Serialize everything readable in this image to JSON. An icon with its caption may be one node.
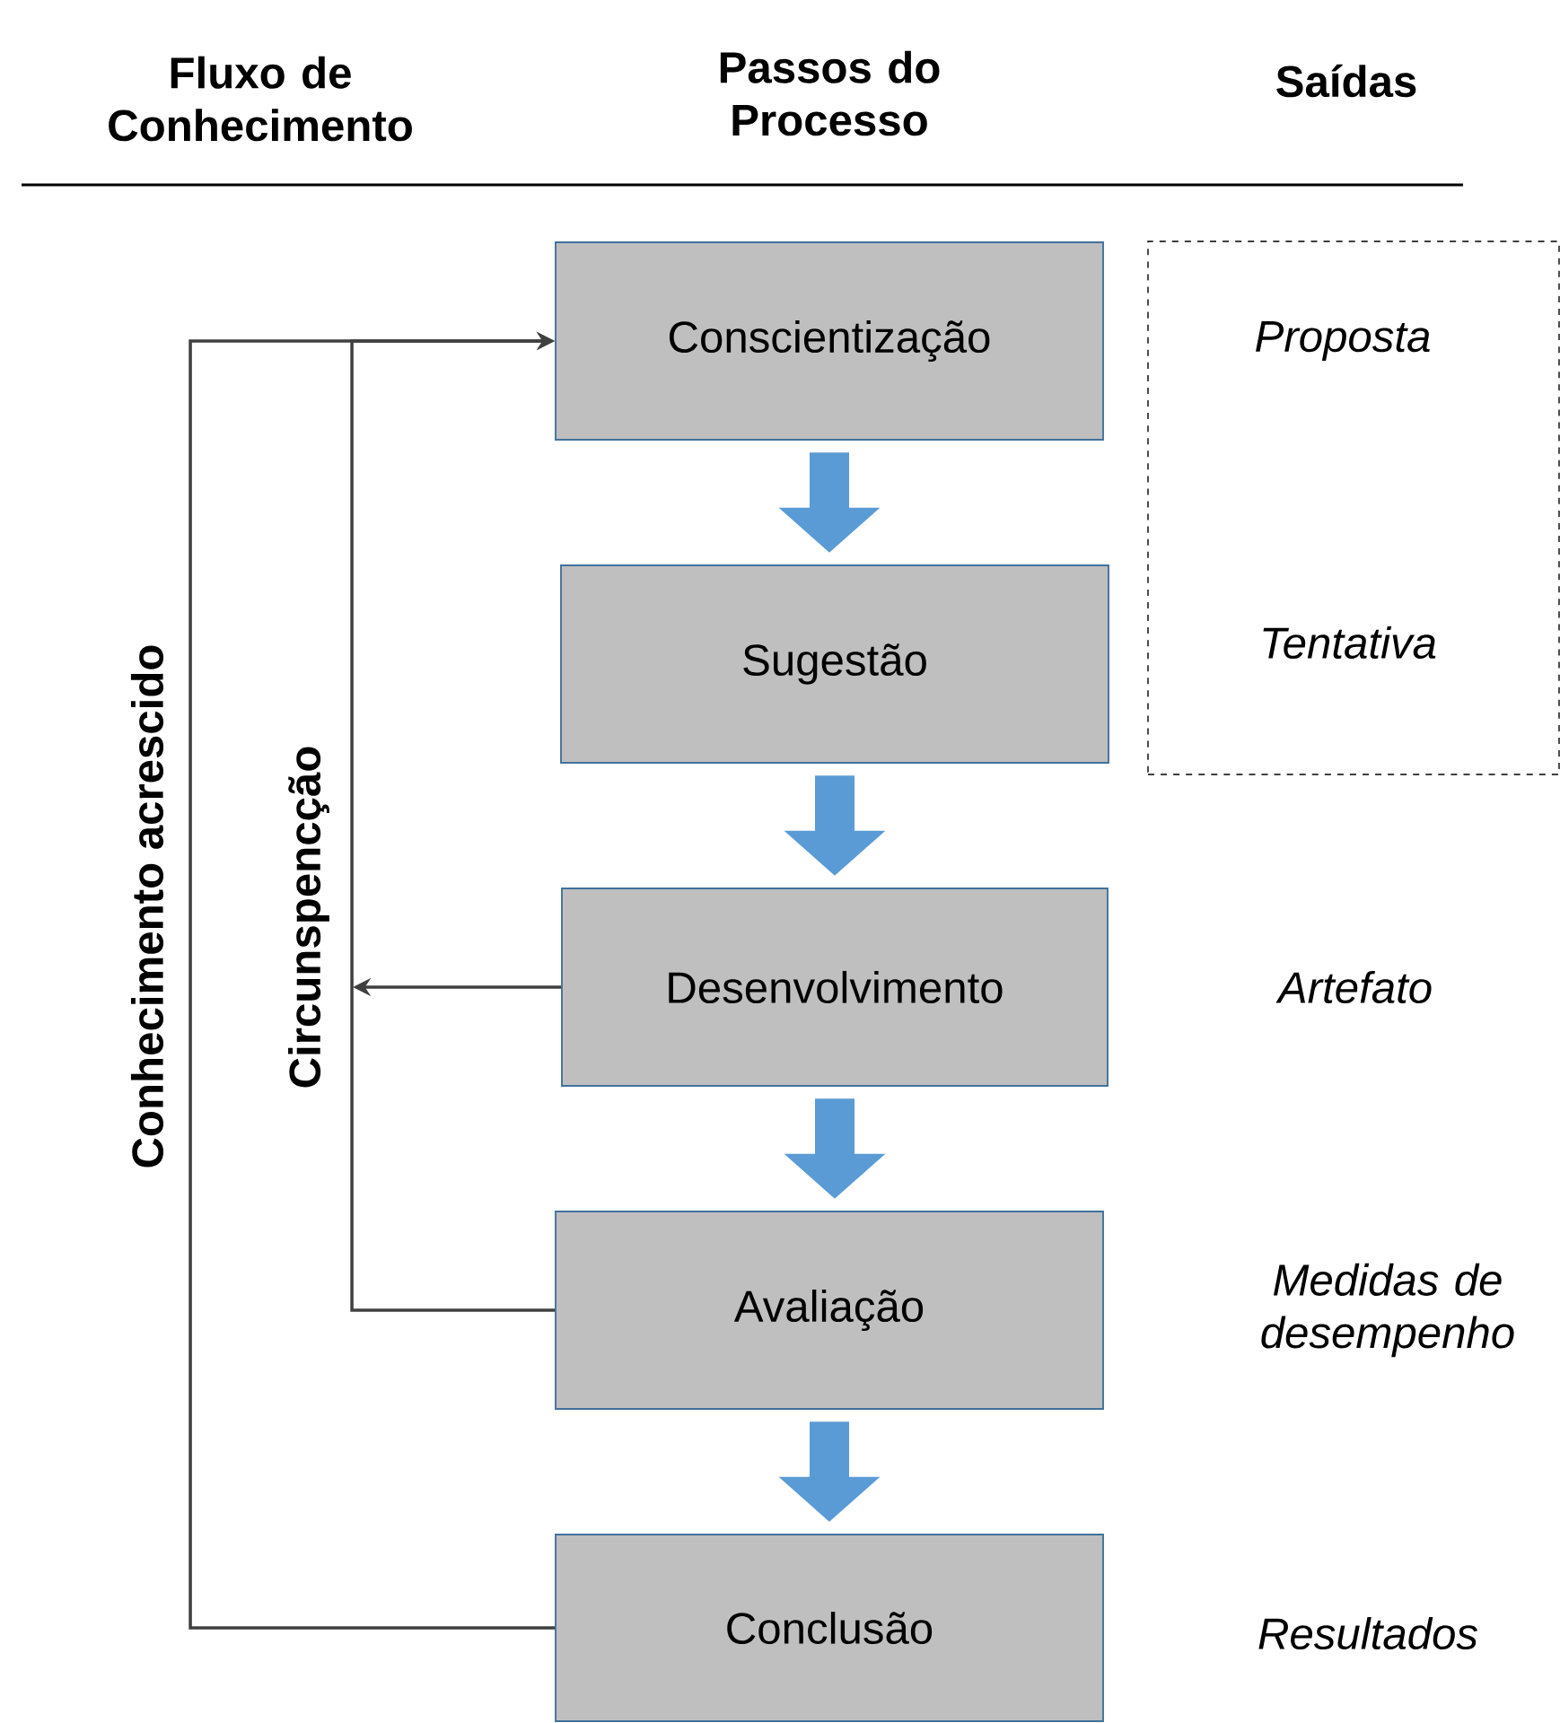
{
  "diagram": {
    "nodes": [
      {
        "text": [
          "Conscientização"
        ]
      },
      {
        "text": [
          "Sugestão"
        ]
      },
      {
        "text": [
          "Desenvolvimento"
        ],
        "beside": [
          "Artefato"
        ]
      },
      {
        "text": [
          "Avaliação"
        ],
        "beside": [
          "Medidas de desempenho"
        ]
      },
      {
        "text": [
          "Conclusão"
        ],
        "beside": [
          "Resultados"
        ]
      },
      {
        "text": [
          "Proposta",
          "Tentativa"
        ]
      }
    ],
    "edges": [
      {
        "from": 0,
        "to": 1,
        "arrow": "to"
      },
      {
        "from": 1,
        "to": 2,
        "arrow": "to"
      },
      {
        "from": 2,
        "to": 3,
        "arrow": "to"
      },
      {
        "from": 3,
        "to": 4,
        "arrow": "to"
      },
      {
        "from": 4,
        "to": 0,
        "arrow": "to",
        "label": "Conhecimento acrescido",
        "color": "#404040"
      },
      {
        "from": 3,
        "to": 0,
        "arrow": "to",
        "label": "Circunspencção",
        "color": "#404040"
      },
      {
        "from": 2,
        "to": null,
        "arrow": "to",
        "color": "#404040"
      }
    ],
    "labels": [
      "Fluxo de Conhecimento",
      "Passos do Processo",
      "Saídas"
    ]
  }
}
